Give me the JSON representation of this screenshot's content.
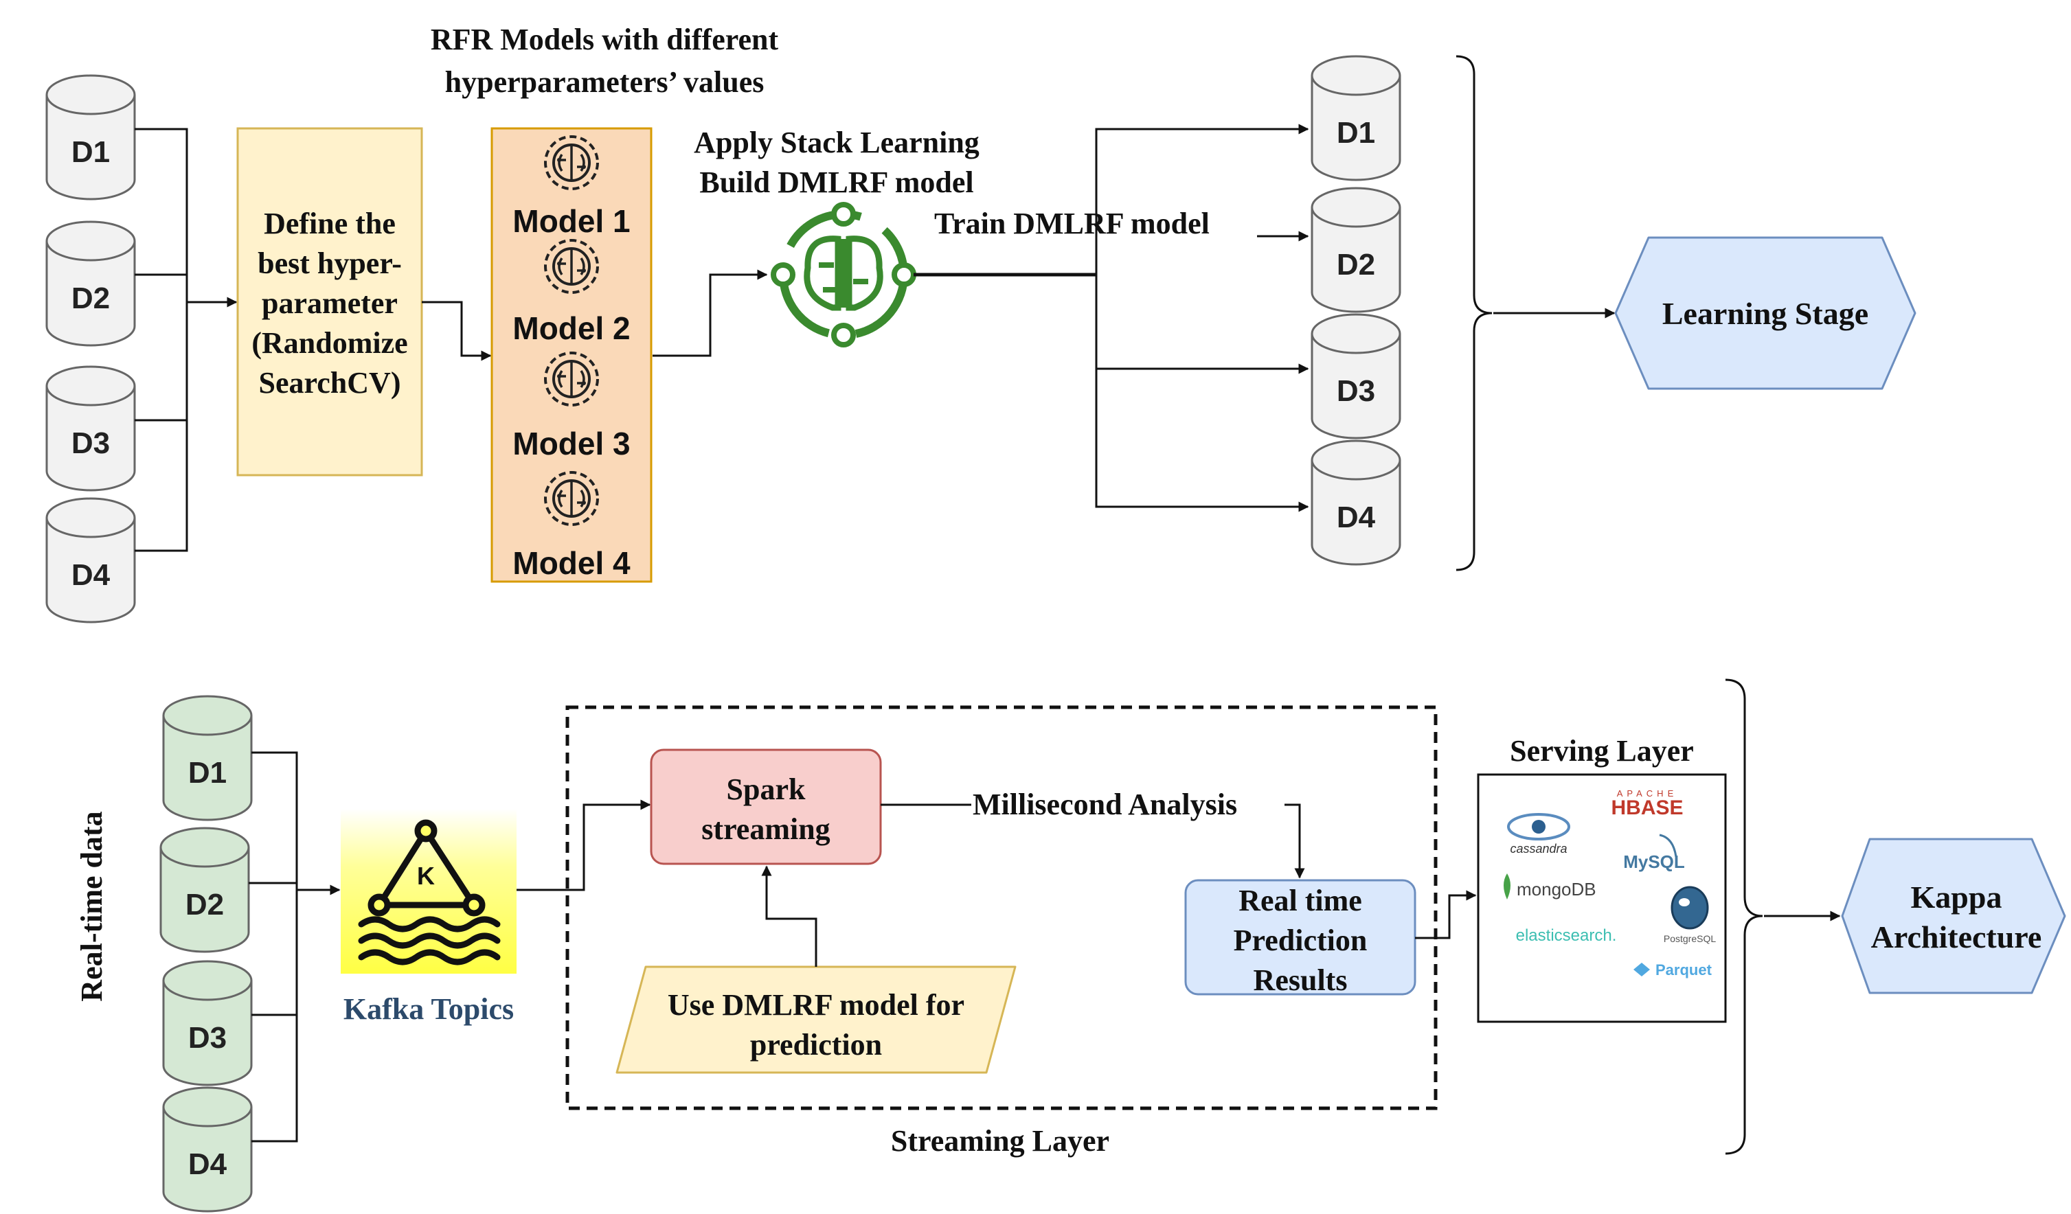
{
  "learning": {
    "databases": [
      "D1",
      "D2",
      "D3",
      "D4"
    ],
    "hyperparam_box": [
      "Define the",
      "best hyper-",
      "parameter",
      "(Randomize",
      "SearchCV)"
    ],
    "rfr_title": [
      "RFR Models with different",
      "hyperparameters’ values"
    ],
    "models": [
      "Model 1",
      "Model 2",
      "Model 3",
      "Model 4"
    ],
    "stack_title": [
      "Apply Stack Learning",
      "Build DMLRF model"
    ],
    "train_label": "Train DMLRF model",
    "output_databases": [
      "D1",
      "D2",
      "D3",
      "D4"
    ],
    "stage_label": "Learning Stage"
  },
  "streaming": {
    "side_label": "Real-time data",
    "databases": [
      "D1",
      "D2",
      "D3",
      "D4"
    ],
    "kafka_label": "Kafka Topics",
    "kafka_icon_letter": "K",
    "spark": [
      "Spark",
      "streaming"
    ],
    "analysis_label": "Millisecond  Analysis",
    "use_model": [
      "Use DMLRF model for",
      "prediction"
    ],
    "results": [
      "Real time",
      "Prediction",
      "Results"
    ],
    "streaming_layer_label": "Streaming Layer",
    "serving_label": "Serving Layer",
    "serving_logos": {
      "cassandra": "cassandra",
      "hbase_top": "APACHE",
      "hbase": "HBASE",
      "mysql": "MySQL",
      "mongodb": "mongoDB",
      "elasticsearch": "elasticsearch.",
      "postgresql": "PostgreSQL",
      "parquet": "Parquet"
    },
    "arch_label": [
      "Kappa",
      "Architecture"
    ]
  },
  "colors": {
    "db_gray": "#f2f2f2",
    "db_green": "#d5e8d4",
    "yellow_box": "#fff2cc",
    "orange_box": "#fad9b8",
    "blue_box": "#dae8fc",
    "pink_box": "#f8cecc",
    "brain_green": "#3a8a2e",
    "kafka_yellow": "#ffff66",
    "kafka_text": "#2c4a6b"
  }
}
